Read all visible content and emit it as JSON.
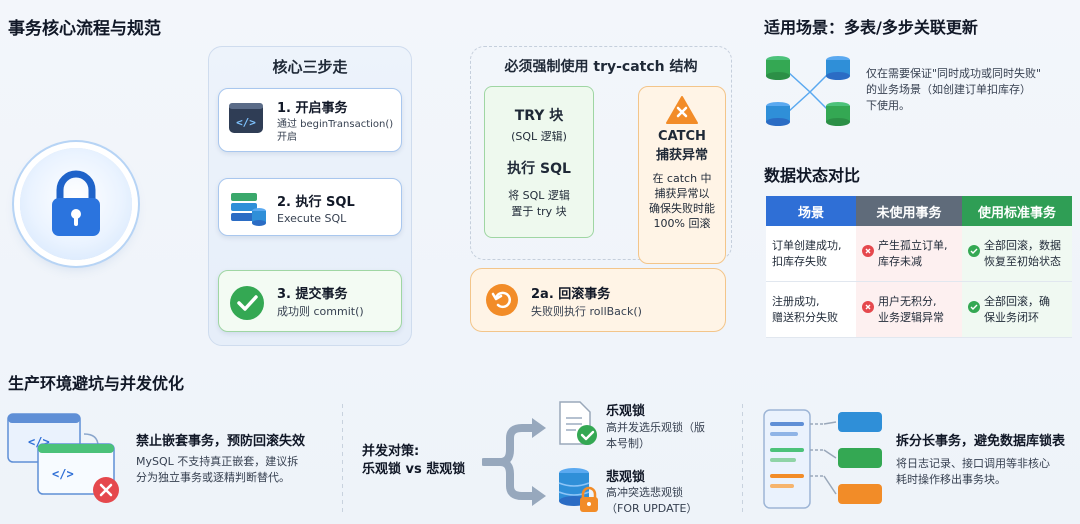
{
  "main_title": "事务核心流程与规范",
  "core": {
    "title": "核心三步走",
    "steps": [
      {
        "title": "1. 开启事务",
        "desc_line1": "通过 beginTransaction()",
        "desc_line2": "开启"
      },
      {
        "title": "2. 执行 SQL",
        "desc_line1": "Execute SQL",
        "desc_line2": ""
      },
      {
        "title": "3. 提交事务",
        "desc_line1": "成功则 commit()",
        "desc_line2": ""
      }
    ]
  },
  "trycatch": {
    "title": "必须强制使用 try-catch 结构",
    "try": {
      "title": "TRY 块",
      "sub": "(SQL 逻辑)",
      "exec": "执行 SQL",
      "desc_line1": "将 SQL 逻辑",
      "desc_line2": "置于 try 块"
    },
    "catch": {
      "title_line1": "CATCH",
      "title_line2": "捕获异常",
      "desc_line1": "在 catch 中",
      "desc_line2": "捕获异常以",
      "desc_line3": "确保失败时能",
      "desc_line4": "100% 回滚"
    },
    "rollback": {
      "title": "2a. 回滚事务",
      "desc": "失败则执行 rollBack()"
    }
  },
  "scenario": {
    "title": "适用场景：多表/多步关联更新",
    "desc_line1": "仅在需要保证\"同时成功或同时失败\"",
    "desc_line2": "的业务场景（如创建订单扣库存）",
    "desc_line3": "下使用。"
  },
  "compare": {
    "title": "数据状态对比",
    "headers": [
      "场景",
      "未使用事务",
      "使用标准事务"
    ],
    "header_colors": [
      "#2f6fd6",
      "#5f6b7a",
      "#2f9e55"
    ],
    "rows": [
      {
        "scene_line1": "订单创建成功,",
        "scene_line2": "扣库存失败",
        "no_tx_line1": "产生孤立订单,",
        "no_tx_line2": "库存未减",
        "tx_line1": "全部回滚，数据",
        "tx_line2": "恢复至初始状态"
      },
      {
        "scene_line1": "注册成功,",
        "scene_line2": "赠送积分失败",
        "no_tx_line1": "用户无积分,",
        "no_tx_line2": "业务逻辑异常",
        "tx_line1": "全部回滚，确",
        "tx_line2": "保业务闭环"
      }
    ]
  },
  "bottom": {
    "title": "生产环境避坑与并发优化",
    "nested": {
      "title": "禁止嵌套事务，预防回滚失效",
      "desc_line1": "MySQL 不支持真正嵌套，建议拆",
      "desc_line2": "分为独立事务或逐精判断替代。"
    },
    "concurrency": {
      "label_line1": "并发对策:",
      "label_line2": "乐观锁 vs 悲观锁",
      "optimistic": {
        "title": "乐观锁",
        "desc_line1": "高并发选乐观锁（版",
        "desc_line2": "本号制）"
      },
      "pessimistic": {
        "title": "悲观锁",
        "desc_line1": "高冲突选悲观锁",
        "desc_line2": "（FOR UPDATE）"
      }
    },
    "split": {
      "title": "拆分长事务，避免数据库锁表",
      "desc_line1": "将日志记录、接口调用等非核心",
      "desc_line2": "耗时操作移出事务块。"
    }
  }
}
